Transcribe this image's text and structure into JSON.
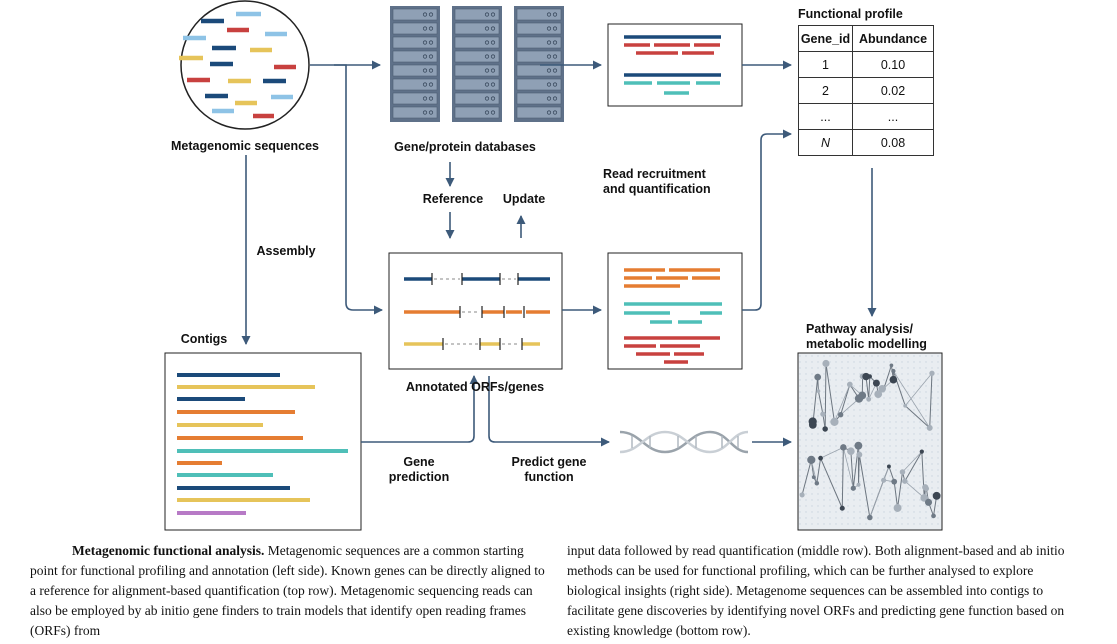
{
  "labels": {
    "metagenomic_sequences": "Metagenomic sequences",
    "gene_protein_databases": "Gene/protein databases",
    "reference": "Reference",
    "update": "Update",
    "read_recruitment": "Read recruitment",
    "and_quantification": "and quantification",
    "assembly": "Assembly",
    "contigs": "Contigs",
    "annotated_orfs": "Annotated ORFs/genes",
    "gene": "Gene",
    "prediction": "prediction",
    "predict_gene": "Predict gene",
    "function": "function",
    "pathway_analysis": "Pathway analysis/",
    "metabolic_modelling": "metabolic modelling",
    "functional_profile": "Functional profile"
  },
  "table": {
    "headers": [
      "Gene_id",
      "Abundance"
    ],
    "rows": [
      [
        "1",
        "0.10"
      ],
      [
        "2",
        "0.02"
      ],
      [
        "...",
        "..."
      ],
      [
        "N",
        "0.08"
      ]
    ]
  },
  "caption": {
    "title": "Metagenomic functional analysis.",
    "left_text": "Metagenomic sequences are a common starting point for functional profiling and annotation (left side). Known genes can be directly aligned to a reference for alignment-based quantification (top row). Metagenomic sequencing reads can also be employed by ab initio gene finders to train models that identify open reading frames (ORFs) from",
    "right_text": "input data followed by read quantification (middle row). Both alignment-based and ab initio methods can be used for functional profiling, which can be further analysed to explore biological insights (right side). Metagenome sequences can be assembled into contigs to facilitate gene discoveries by identifying novel ORFs and predicting gene function based on existing knowledge (bottom row)."
  },
  "colors": {
    "navy": "#1b4a7a",
    "red": "#c8413f",
    "light_blue": "#8ec3e6",
    "yellow": "#e6c45a",
    "orange": "#e57d32",
    "teal": "#4fbfb8",
    "purple": "#b77ac6",
    "arrow": "#3d5a7a",
    "server": "#7b8ea6"
  }
}
